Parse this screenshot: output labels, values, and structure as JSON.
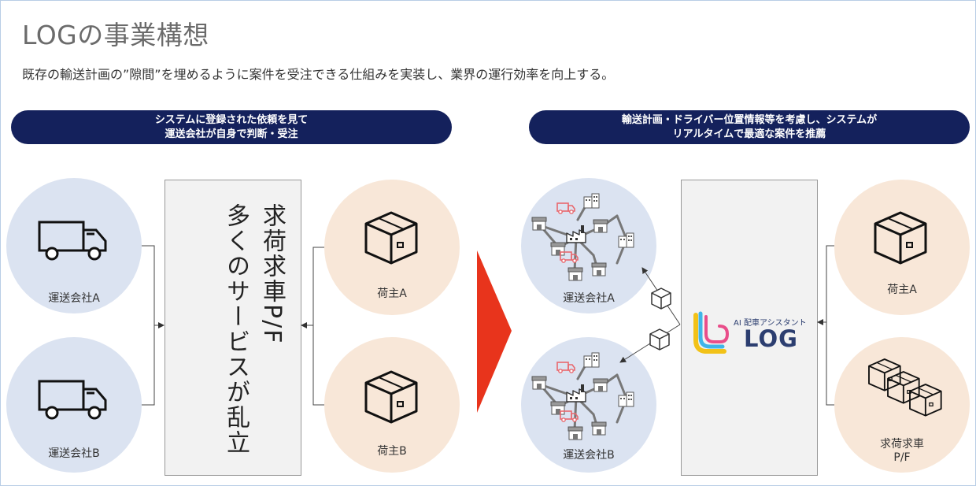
{
  "title": "LOGの事業構想",
  "subtitle": "既存の輸送計画の”隙間”を埋めるように案件を受注できる仕組みを実装し、業界の運行効率を向上する。",
  "left": {
    "banner": "システムに登録された依頼を見て\n運送会社が自身で判断・受注",
    "carriers": [
      "運送会社A",
      "運送会社B"
    ],
    "platform_text": "求荷求車P/F\n多くのサービスが乱立",
    "shippers": [
      "荷主A",
      "荷主B"
    ]
  },
  "right": {
    "banner": "輸送計画・ドライバー位置情報等を考慮し、システムが\nリアルタイムで最適な案件を推薦",
    "carriers": [
      "運送会社A",
      "運送会社B"
    ],
    "brand_sub": "AI 配車アシスタント",
    "brand_main": "LOG",
    "shippers": [
      "荷主A",
      "求荷求車\nP/F"
    ]
  },
  "colors": {
    "banner": "#14215c",
    "carrier_circle": "#dbe3f1",
    "shipper_circle": "#f8e7d8",
    "arrow": "#e8341c",
    "truck_red": "#e8686e"
  },
  "icons": [
    "truck-icon",
    "box-icon",
    "factory-icon",
    "store-icon",
    "building-icon",
    "boxes-icon",
    "log-logo-icon"
  ]
}
